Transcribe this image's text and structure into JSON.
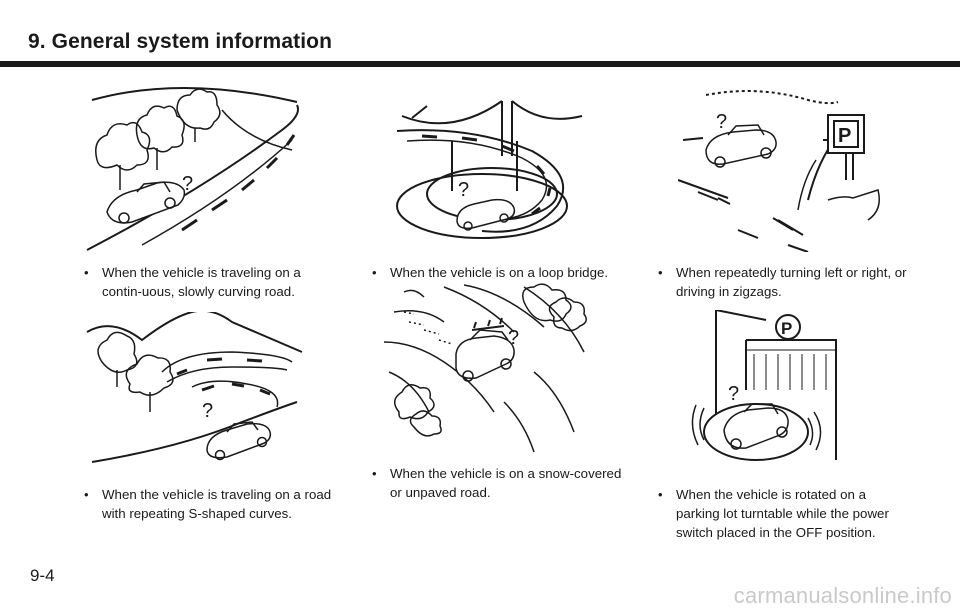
{
  "header": {
    "title": "9. General system information"
  },
  "captions": [
    {
      "bullet": "•",
      "text": "When the vehicle is traveling on a contin-uous, slowly curving road."
    },
    {
      "bullet": "•",
      "text": "When the vehicle is on a loop bridge."
    },
    {
      "bullet": "•",
      "text": "When repeatedly turning left or right, or driving in zigzags."
    },
    {
      "bullet": "•",
      "text": "When the vehicle is traveling on a road with repeating S-shaped curves."
    },
    {
      "bullet": "•",
      "text": "When the vehicle is on a snow-covered or unpaved road."
    },
    {
      "bullet": "•",
      "text": "When the vehicle is rotated on a parking lot turntable while the power switch placed in the OFF position."
    }
  ],
  "illustrations": {
    "question_mark": "?",
    "parking_sign": "P"
  },
  "footer": {
    "page_number": "9-4"
  },
  "watermark": "carmanualsonline.info"
}
